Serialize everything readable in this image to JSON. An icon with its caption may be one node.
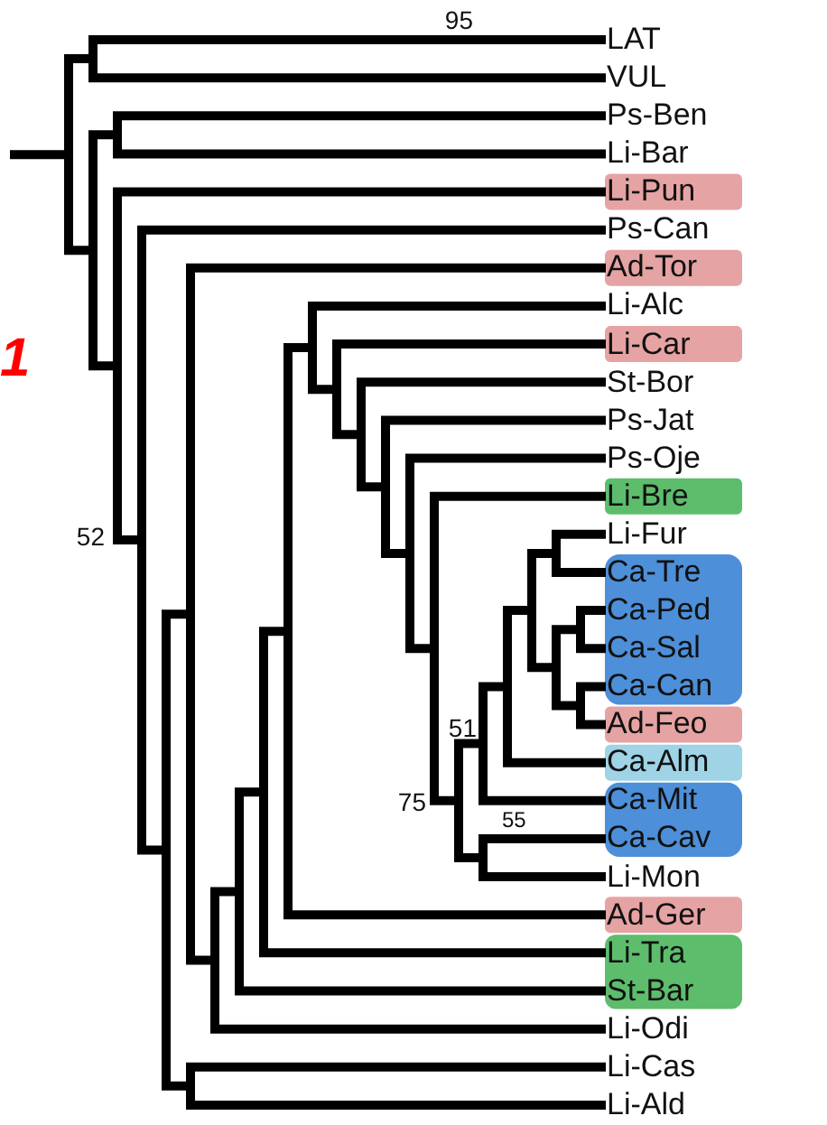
{
  "diagram": {
    "labels": [
      "LAT",
      "VUL",
      "Ps-Ben",
      "Li-Bar",
      "Li-Pun",
      "Ps-Can",
      "Ad-Tor",
      "Li-Alc",
      "Li-Car",
      "St-Bor",
      "Ps-Jat",
      "Ps-Oje",
      "Li-Bre",
      "Li-Fur",
      "Ca-Tre",
      "Ca-Ped",
      "Ca-Sal",
      "Ca-Can",
      "Ad-Feo",
      "Ca-Alm",
      "Ca-Mit",
      "Ca-Cav",
      "Li-Mon",
      "Ad-Ger",
      "Li-Tra",
      "St-Bar",
      "Li-Odi",
      "Li-Cas",
      "Li-Ald",
      "95",
      "1",
      "52",
      "51",
      "75",
      "55"
    ]
  }
}
